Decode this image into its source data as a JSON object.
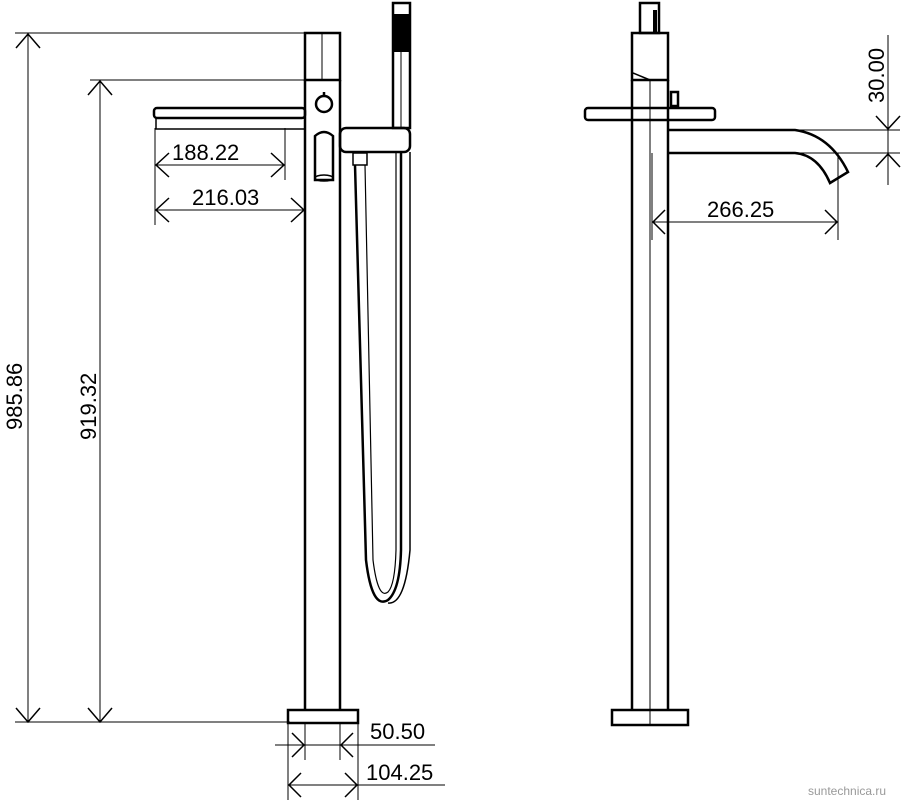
{
  "dimensions": {
    "total_height": "985.86",
    "spout_height": "919.32",
    "tray_length": "188.22",
    "tray_reach": "216.03",
    "stem_diameter": "50.50",
    "base_diameter": "104.25",
    "spout_reach": "266.25",
    "spout_thickness": "30.00"
  },
  "watermark": "suntechnica.ru"
}
